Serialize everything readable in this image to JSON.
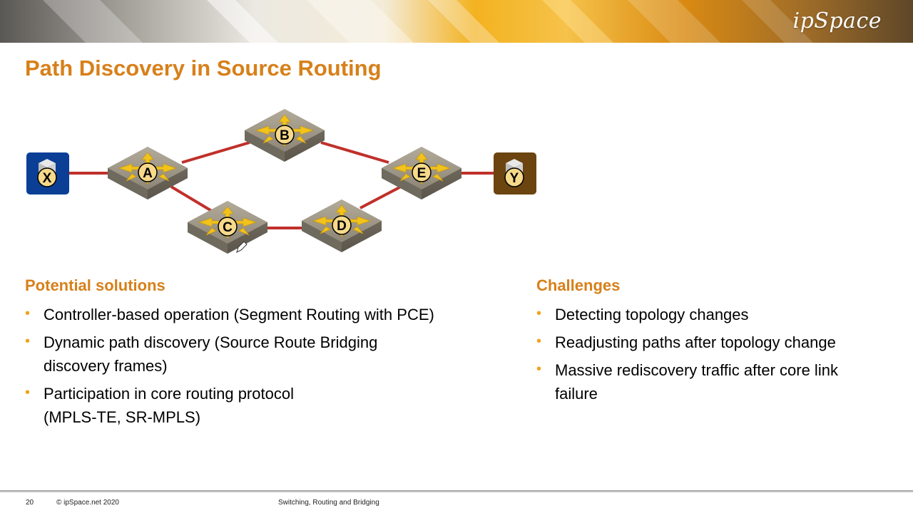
{
  "header": {
    "logo": "ipSpace"
  },
  "slide": {
    "title": "Path Discovery in Source Routing"
  },
  "diagram": {
    "hosts": [
      {
        "id": "X",
        "label": "X",
        "color": "#0B3F96"
      },
      {
        "id": "Y",
        "label": "Y",
        "color": "#6B4410"
      }
    ],
    "routers": [
      {
        "id": "A",
        "label": "A"
      },
      {
        "id": "B",
        "label": "B"
      },
      {
        "id": "C",
        "label": "C"
      },
      {
        "id": "D",
        "label": "D"
      },
      {
        "id": "E",
        "label": "E"
      }
    ],
    "links": [
      [
        "X",
        "A"
      ],
      [
        "A",
        "B"
      ],
      [
        "B",
        "E"
      ],
      [
        "A",
        "C"
      ],
      [
        "C",
        "D"
      ],
      [
        "D",
        "E"
      ],
      [
        "E",
        "Y"
      ]
    ],
    "link_color": "#C0302A"
  },
  "left": {
    "heading": "Potential solutions",
    "bullets": [
      "Controller-based operation (Segment Routing with PCE)",
      "Dynamic path discovery (Source Route Bridging discovery frames)",
      "Participation in core routing protocol (MPLS-TE, SR-MPLS)"
    ]
  },
  "right": {
    "heading": "Challenges",
    "bullets": [
      "Detecting topology changes",
      "Readjusting paths after topology change",
      "Massive rediscovery traffic after core link failure"
    ]
  },
  "footer": {
    "page": "20",
    "copyright": "© ipSpace.net 2020",
    "course": "Switching, Routing and Bridging"
  },
  "colors": {
    "accent": "#D7801A",
    "bullet": "#F0A31B"
  }
}
